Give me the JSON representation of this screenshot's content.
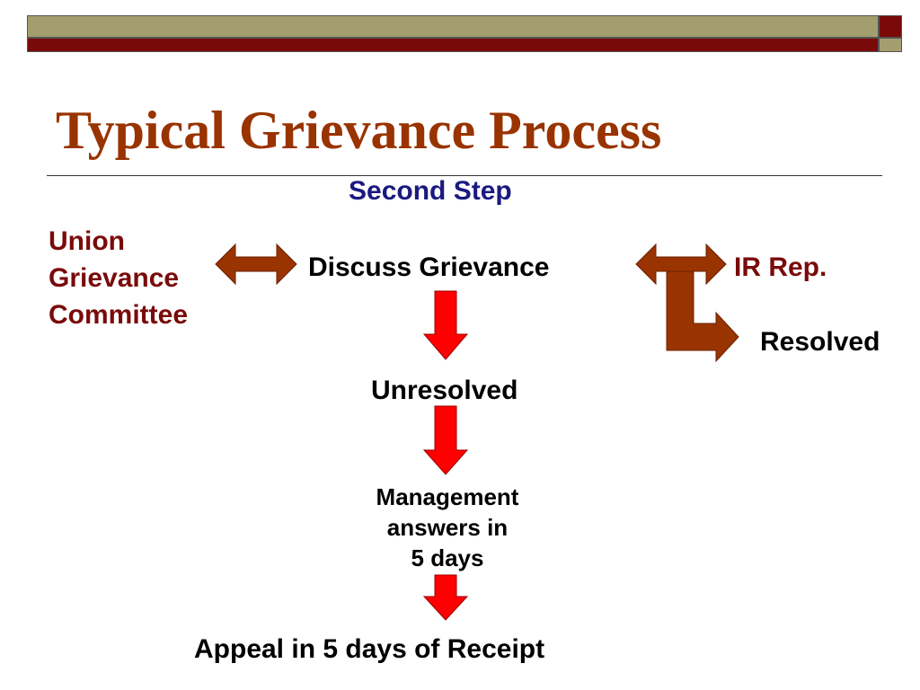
{
  "slide": {
    "title": "Typical Grievance Process",
    "step_heading": "Second Step"
  },
  "flow": {
    "union": [
      "Union",
      "Grievance",
      "Committee"
    ],
    "discuss": "Discuss Grievance",
    "ir_rep": "IR Rep.",
    "resolved": "Resolved",
    "unresolved": "Unresolved",
    "management": [
      "Management",
      "answers in",
      "5 days"
    ],
    "appeal": "Appeal in 5 days of Receipt"
  },
  "colors": {
    "title": "#993300",
    "step_heading": "#1a1a80",
    "union": "#7a0a0a",
    "connector_arrow": "#993300",
    "flow_arrow": "#ff0000",
    "band_olive": "#a39e6e",
    "band_maroon": "#7a0a0a"
  }
}
